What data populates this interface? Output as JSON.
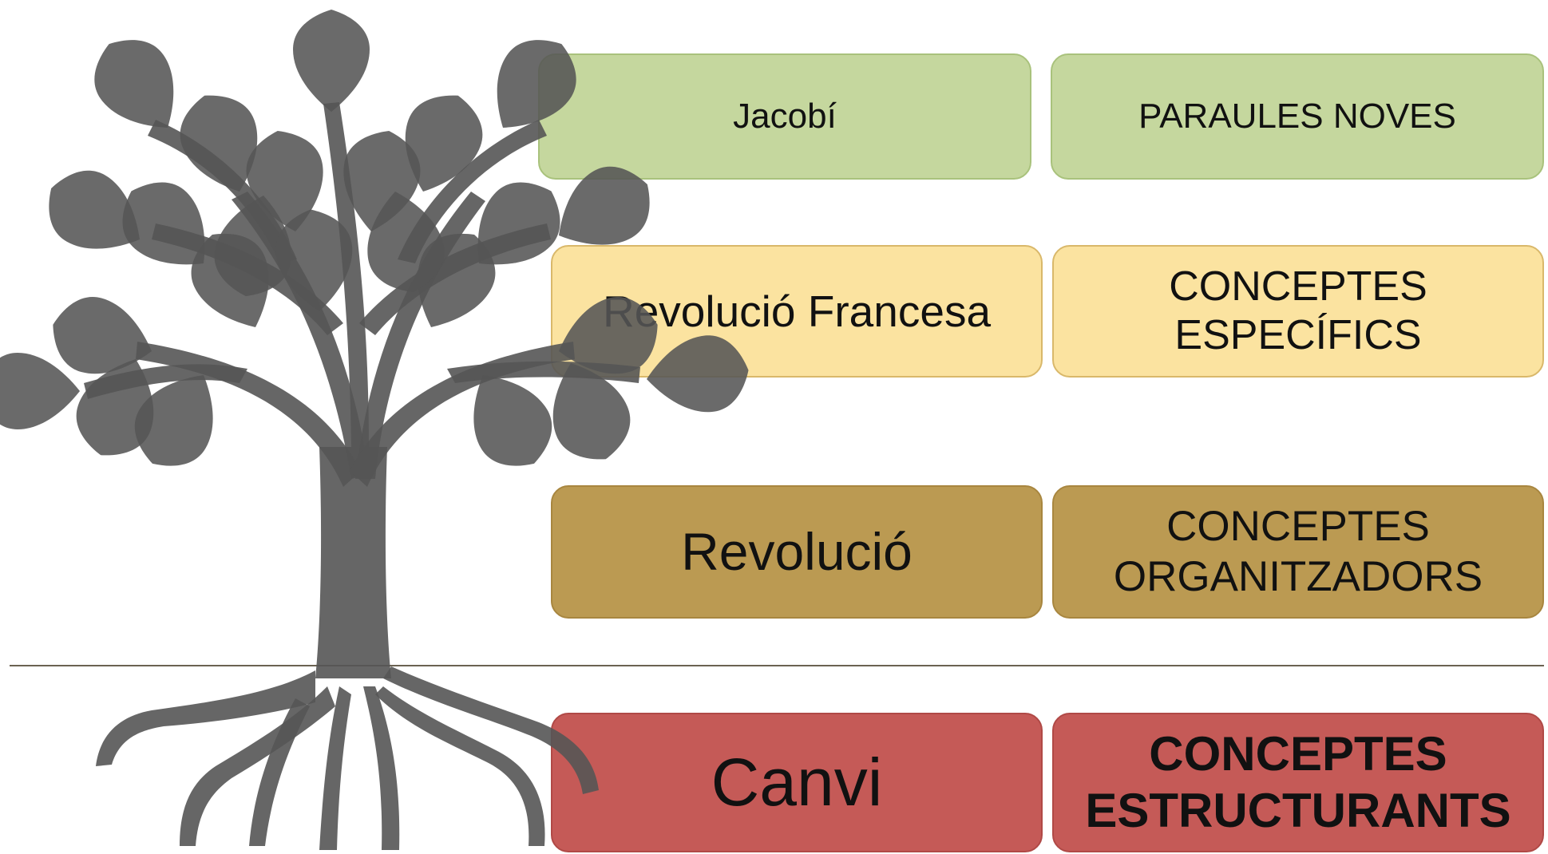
{
  "colors": {
    "row1": "#c5d79e",
    "row2": "#fbe3a0",
    "row3": "#bb9a52",
    "row4": "#c55a57",
    "tree": "#555555"
  },
  "icons": {
    "tree": "tree-with-roots-icon"
  },
  "rows": [
    {
      "example": "Jacobí",
      "category_lines": [
        "PARAULES NOVES"
      ]
    },
    {
      "example": "Revolució Francesa",
      "category_lines": [
        "CONCEPTES",
        "ESPECÍFICS"
      ]
    },
    {
      "example": "Revolució",
      "category_lines": [
        "CONCEPTES",
        "ORGANITZADORS"
      ]
    },
    {
      "example": "Canvi",
      "category_lines": [
        "CONCEPTES",
        "ESTRUCTURANTS"
      ]
    }
  ]
}
